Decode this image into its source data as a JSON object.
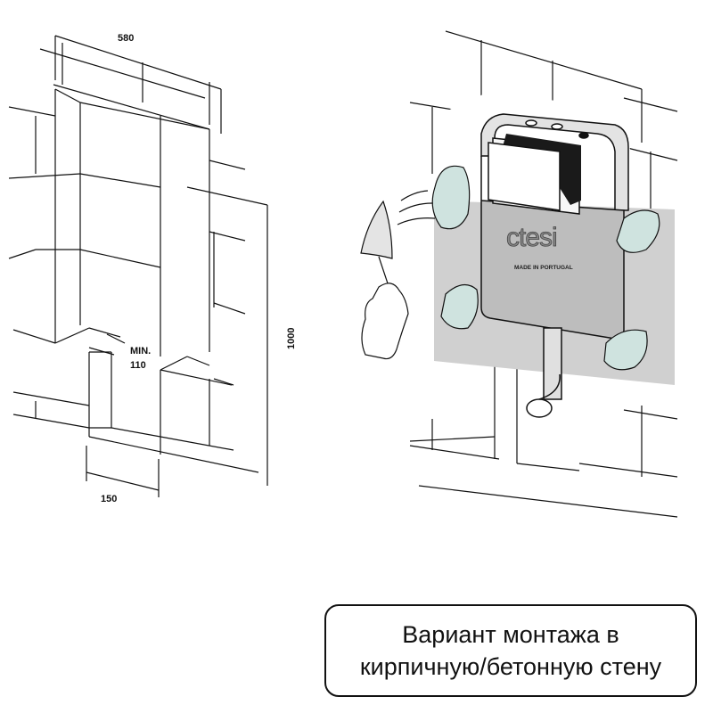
{
  "dimensions": {
    "width_580": "580",
    "height_1000": "1000",
    "min_label": "MIN.",
    "min_value": "110",
    "depth_150": "150"
  },
  "product": {
    "brand": "ctesi",
    "tagline": "MADE IN PORTUGAL"
  },
  "caption": {
    "line1": "Вариант монтажа в",
    "line2": "кирпичную/бетонную стену"
  },
  "colors": {
    "line": "#111111",
    "wall_grey": "#d0d0d0",
    "frame_grey": "#bdbdbd",
    "mortar_green": "#cfe3df",
    "tank_black": "#1a1a1a"
  },
  "icons": [
    "trowel-icon",
    "hand-icon",
    "motion-lines-icon"
  ]
}
